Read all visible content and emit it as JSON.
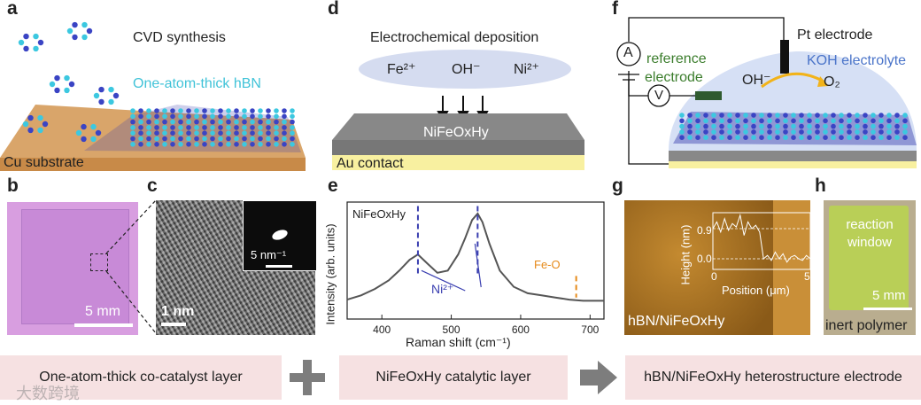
{
  "panels": {
    "a": {
      "letter": "a",
      "title": "CVD synthesis",
      "hbn": "One-atom-thick hBN",
      "substrate": "Cu substrate"
    },
    "b": {
      "letter": "b",
      "scale": "5 mm"
    },
    "c": {
      "letter": "c",
      "scale": "1 nm",
      "inset_scale": "5 nm⁻¹"
    },
    "d": {
      "letter": "d",
      "title": "Electrochemical deposition",
      "ions": [
        "Fe²⁺",
        "OH⁻",
        "Ni²⁺"
      ],
      "film": "NiFeOxHy",
      "contact": "Au contact"
    },
    "e": {
      "letter": "e",
      "legend": "NiFeOxHy",
      "ylabel": "Intensity (arb. units)",
      "xlabel": "Raman shift (cm⁻¹)",
      "peak_ni": "Ni²⁺",
      "peak_fe": "Fe-O"
    },
    "f": {
      "letter": "f",
      "pt": "Pt electrode",
      "ref1": "reference",
      "ref2": "electrode",
      "koh": "KOH electrolyte",
      "oh": "OH⁻",
      "o2": "O₂",
      "a_meter": "A",
      "v_meter": "V"
    },
    "g": {
      "letter": "g",
      "ylabel": "Height (nm)",
      "xlabel": "Position (μm)",
      "y1": "0.9",
      "y0": "0.0",
      "x0": "0",
      "x5": "5",
      "caption": "hBN/NiFeOxHy"
    },
    "h": {
      "letter": "h",
      "window": "reaction window",
      "scale": "5 mm",
      "caption": "inert polymer"
    }
  },
  "bottom": {
    "box1": "One-atom-thick co-catalyst layer",
    "box2": "NiFeOxHy catalytic layer",
    "box3": "hBN/NiFeOxHy heterostructure electrode",
    "watermark": "大数跨境"
  },
  "chart_data": [
    {
      "type": "line",
      "title": "",
      "xlabel": "Raman shift (cm⁻¹)",
      "ylabel": "Intensity (arb. units)",
      "xlim": [
        350,
        720
      ],
      "xticks": [
        400,
        500,
        600,
        700
      ],
      "series": [
        {
          "name": "NiFeOxHy",
          "x": [
            350,
            370,
            390,
            410,
            425,
            440,
            452,
            465,
            480,
            495,
            510,
            520,
            530,
            538,
            545,
            555,
            570,
            590,
            610,
            630,
            650,
            670,
            690,
            710,
            720
          ],
          "y": [
            0.18,
            0.22,
            0.28,
            0.36,
            0.45,
            0.55,
            0.6,
            0.52,
            0.43,
            0.45,
            0.6,
            0.75,
            0.92,
            0.98,
            0.9,
            0.7,
            0.45,
            0.3,
            0.24,
            0.22,
            0.2,
            0.18,
            0.17,
            0.17,
            0.17
          ]
        }
      ],
      "annotations": [
        {
          "label": "Ni²⁺",
          "x": [
            452,
            538
          ]
        },
        {
          "label": "Fe-O",
          "x": [
            680
          ]
        }
      ]
    },
    {
      "type": "line",
      "title": "",
      "xlabel": "Position (μm)",
      "ylabel": "Height (nm)",
      "xlim": [
        0,
        5
      ],
      "yticks": [
        0.0,
        0.9
      ],
      "series": [
        {
          "name": "",
          "x": [
            0,
            0.2,
            0.4,
            0.6,
            0.8,
            1.0,
            1.2,
            1.4,
            1.6,
            1.8,
            2.0,
            2.2,
            2.4,
            2.6,
            2.8,
            3.0,
            3.2,
            3.4,
            3.6,
            3.8,
            4.0,
            4.2,
            4.4,
            4.6,
            4.8,
            5.0
          ],
          "y": [
            0.9,
            1.1,
            0.8,
            1.2,
            0.85,
            1.05,
            0.95,
            1.3,
            0.7,
            1.1,
            0.9,
            1.0,
            0.8,
            0.0,
            0.1,
            -0.05,
            0.2,
            0.0,
            0.15,
            -0.1,
            0.05,
            0.1,
            0.0,
            -0.05,
            0.1,
            0.0
          ]
        }
      ]
    }
  ]
}
